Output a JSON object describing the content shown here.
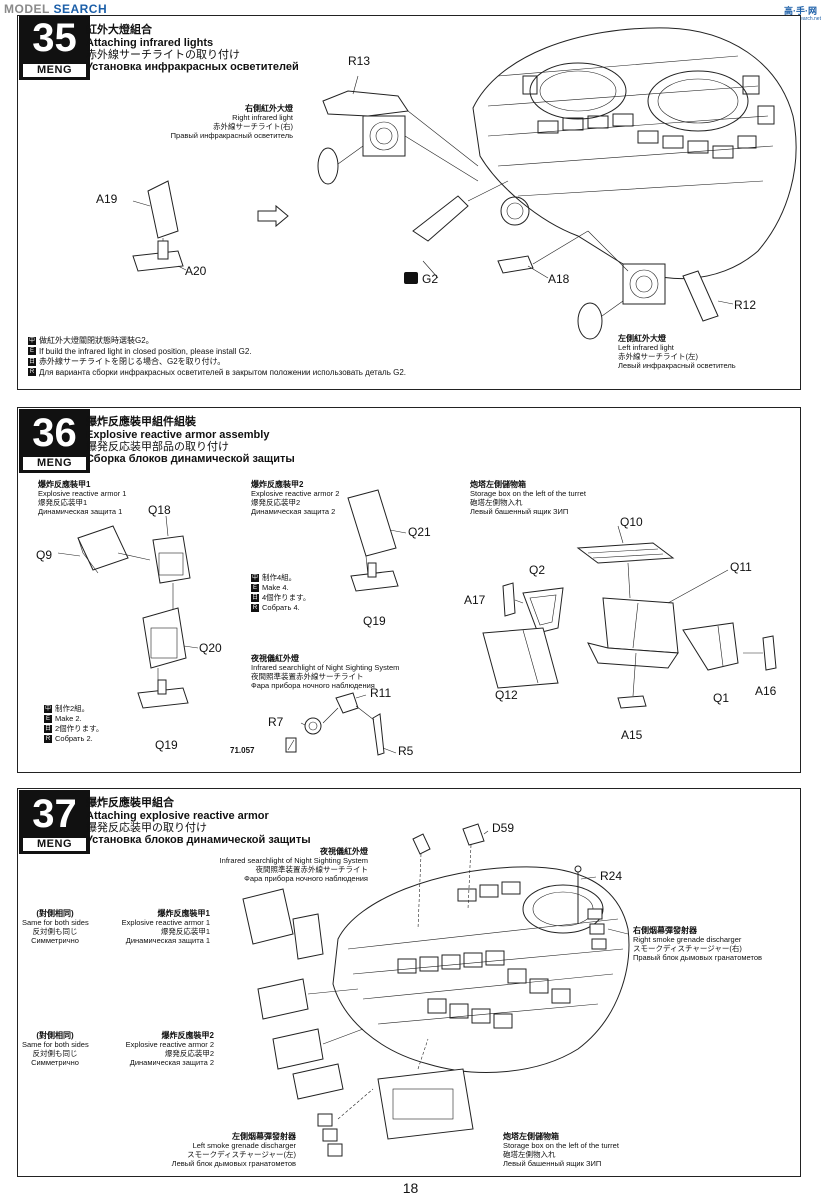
{
  "watermark": {
    "text_a": "MODEL",
    "text_b": "SEARCH",
    "corner_cn": "高·手·网",
    "corner_url": "modelsearch.net"
  },
  "brand": "MENG",
  "page_number": "18",
  "step35": {
    "number": "35",
    "title_cn": "紅外大燈組合",
    "title_en": "Attaching infrared lights",
    "title_jp": "赤外線サーチライトの取り付け",
    "title_ru": "Установка инфракрасных осветителей",
    "parts": {
      "r13": "R13",
      "a19": "A19",
      "a20": "A20",
      "g2": "G2",
      "a18": "A18",
      "r12": "R12"
    },
    "right_light": {
      "cn": "右側紅外大燈",
      "en": "Right infrared light",
      "jp": "赤外線サーチライト(右)",
      "ru": "Правый инфракрасный осветитель"
    },
    "left_light": {
      "cn": "左側紅外大燈",
      "en": "Left infrared light",
      "jp": "赤外線サーチライト(左)",
      "ru": "Левый инфракрасный осветитель"
    },
    "note": {
      "cn": "做紅外大燈關閉狀態時選裝G2。",
      "en": "If build the infrared light in closed position, please install G2.",
      "jp": "赤外線サーチライトを閉じる場合、G2を取り付け。",
      "ru": "Для варианта сборки инфракрасных осветителей в закрытом положении использовать деталь G2."
    }
  },
  "step36": {
    "number": "36",
    "title_cn": "爆炸反應裝甲組件組裝",
    "title_en": "Explosive reactive armor assembly",
    "title_jp": "爆発反応装甲部品の取り付け",
    "title_ru": "Сборка блоков динамической защиты",
    "era1": {
      "cn": "爆炸反應裝甲1",
      "en": "Explosive reactive armor 1",
      "jp": "爆発反応装甲1",
      "ru": "Динамическая защита 1"
    },
    "era2": {
      "cn": "爆炸反應裝甲2",
      "en": "Explosive reactive armor 2",
      "jp": "爆発反応装甲2",
      "ru": "Динамическая защита 2"
    },
    "storage": {
      "cn": "炮塔左側儲物箱",
      "en": "Storage box on the left of the turret",
      "jp": "砲塔左側物入れ",
      "ru": "Левый башенный ящик ЗИП"
    },
    "searchlight": {
      "cn": "夜視儀紅外燈",
      "en": "Infrared searchlight of Night Sighting System",
      "jp": "夜間照準装置赤外線サーチライト",
      "ru": "Фара прибора ночного наблюдения"
    },
    "make2": {
      "cn": "制作2組。",
      "en": "Make 2.",
      "jp": "2個作ります。",
      "ru": "Собрать 2."
    },
    "make4": {
      "cn": "制作4組。",
      "en": "Make 4.",
      "jp": "4個作ります。",
      "ru": "Собрать 4."
    },
    "parts": {
      "q18": "Q18",
      "q9": "Q9",
      "q20": "Q20",
      "q19a": "Q19",
      "q21": "Q21",
      "q19b": "Q19",
      "q10": "Q10",
      "q2": "Q2",
      "a17": "A17",
      "q11": "Q11",
      "q12": "Q12",
      "q1": "Q1",
      "a16": "A16",
      "a15": "A15",
      "r11": "R11",
      "r7": "R7",
      "r5": "R5",
      "paint": "71.057"
    }
  },
  "step37": {
    "number": "37",
    "title_cn": "爆炸反應裝甲組合",
    "title_en": "Attaching explosive reactive armor",
    "title_jp": "爆発反応装甲の取り付け",
    "title_ru": "Установка блоков динамической защиты",
    "parts": {
      "d59": "D59",
      "r24": "R24"
    },
    "searchlight": {
      "cn": "夜視儀紅外燈",
      "en": "Infrared searchlight of Night Sighting System",
      "jp": "夜間照準装置赤外線サーチライト",
      "ru": "Фара прибора ночного наблюдения"
    },
    "era1": {
      "cn": "爆炸反應裝甲1",
      "en": "Explosive reactive armor 1",
      "jp": "爆発反応装甲1",
      "ru": "Динамическая защита 1"
    },
    "era2": {
      "cn": "爆炸反應裝甲2",
      "en": "Explosive reactive armor 2",
      "jp": "爆発反応装甲2",
      "ru": "Динамическая защита 2"
    },
    "sym1": {
      "cn": "(對側相同)",
      "en": "Same for both sides",
      "jp": "反対側も同じ",
      "ru": "Симметрично"
    },
    "sym2": {
      "cn": "(對側相同)",
      "en": "Same for both sides",
      "jp": "反対側も同じ",
      "ru": "Симметрично"
    },
    "right_smoke": {
      "cn": "右側烟幕彈發射器",
      "en": "Right smoke grenade discharger",
      "jp": "スモークディスチャージャー(右)",
      "ru": "Правый блок дымовых гранатометов"
    },
    "left_smoke": {
      "cn": "左側烟幕彈發射器",
      "en": "Left smoke grenade discharger",
      "jp": "スモークディスチャージャー(左)",
      "ru": "Левый блок дымовых гранатометов"
    },
    "storage": {
      "cn": "炮塔左側儲物箱",
      "en": "Storage box on the left of the turret",
      "jp": "砲塔左側物入れ",
      "ru": "Левый башенный ящик ЗИП"
    }
  }
}
